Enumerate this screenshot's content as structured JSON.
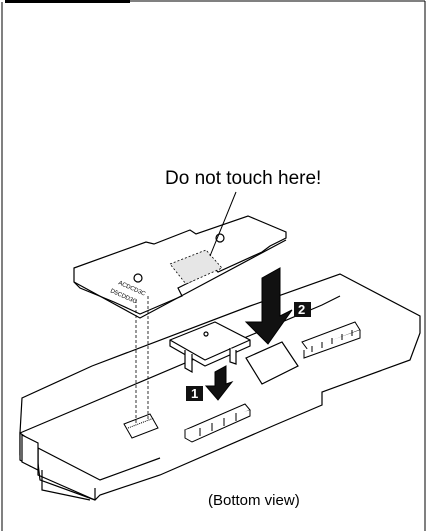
{
  "callout_text": "Do not touch here!",
  "caption": "(Bottom view)",
  "steps": [
    {
      "label": "1"
    },
    {
      "label": "2"
    }
  ],
  "card_markings": [
    "ACDCD3C",
    "D5CDD3C"
  ]
}
